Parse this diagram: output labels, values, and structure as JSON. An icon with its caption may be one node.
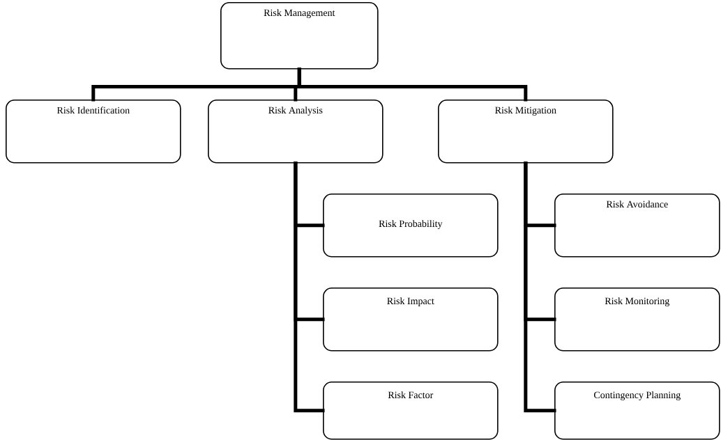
{
  "diagram": {
    "nodes": [
      {
        "text": [
          "Risk Management"
        ]
      },
      {
        "text": [
          "Risk Identification"
        ]
      },
      {
        "text": [
          "Risk Analysis"
        ]
      },
      {
        "text": [
          "Risk Mitigation"
        ]
      },
      {
        "text": [
          "Risk Probability"
        ]
      },
      {
        "text": [
          "Risk Impact"
        ]
      },
      {
        "text": [
          "Risk Factor"
        ]
      },
      {
        "text": [
          "Risk Avoidance"
        ]
      },
      {
        "text": [
          "Risk Monitoring"
        ]
      },
      {
        "text": [
          "Contingency Planning"
        ]
      }
    ],
    "edges": [
      {
        "from": 0,
        "to": 1,
        "arrow": "none"
      },
      {
        "from": 0,
        "to": 2,
        "arrow": "none"
      },
      {
        "from": 0,
        "to": 3,
        "arrow": "none"
      },
      {
        "from": 2,
        "to": 4,
        "arrow": "none"
      },
      {
        "from": 2,
        "to": 5,
        "arrow": "none"
      },
      {
        "from": 2,
        "to": 6,
        "arrow": "none"
      },
      {
        "from": 3,
        "to": 7,
        "arrow": "none"
      },
      {
        "from": 3,
        "to": 8,
        "arrow": "none"
      },
      {
        "from": 3,
        "to": 9,
        "arrow": "none"
      }
    ]
  }
}
